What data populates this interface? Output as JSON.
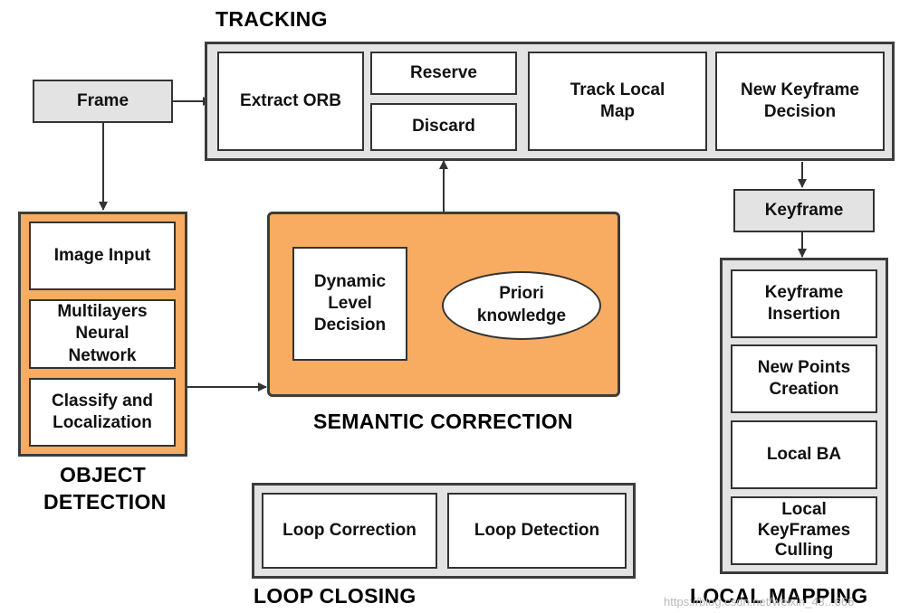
{
  "tracking": {
    "title": "TRACKING",
    "extract_orb": "Extract ORB",
    "reserve": "Reserve",
    "discard": "Discard",
    "track_local_map": "Track Local Map",
    "new_keyframe_decision": "New Keyframe Decision"
  },
  "frame": "Frame",
  "keyframe": "Keyframe",
  "object_detection": {
    "title": "OBJECT DETECTION",
    "image_input": "Image Input",
    "multilayers_nn": "Multilayers Neural Network",
    "classify_localization": "Classify and Localization"
  },
  "semantic_correction": {
    "title": "SEMANTIC CORRECTION",
    "dynamic_level_decision": "Dynamic Level Decision",
    "priori_knowledge": "Priori knowledge"
  },
  "local_mapping": {
    "title": "LOCAL MAPPING",
    "keyframe_insertion": "Keyframe Insertion",
    "new_points_creation": "New Points Creation",
    "local_ba": "Local BA",
    "local_keyframes_culling": "Local KeyFrames Culling"
  },
  "loop_closing": {
    "title": "LOOP CLOSING",
    "loop_correction": "Loop Correction",
    "loop_detection": "Loop Detection"
  },
  "watermark": "https://blog.csdn.net/weixin_43...666"
}
